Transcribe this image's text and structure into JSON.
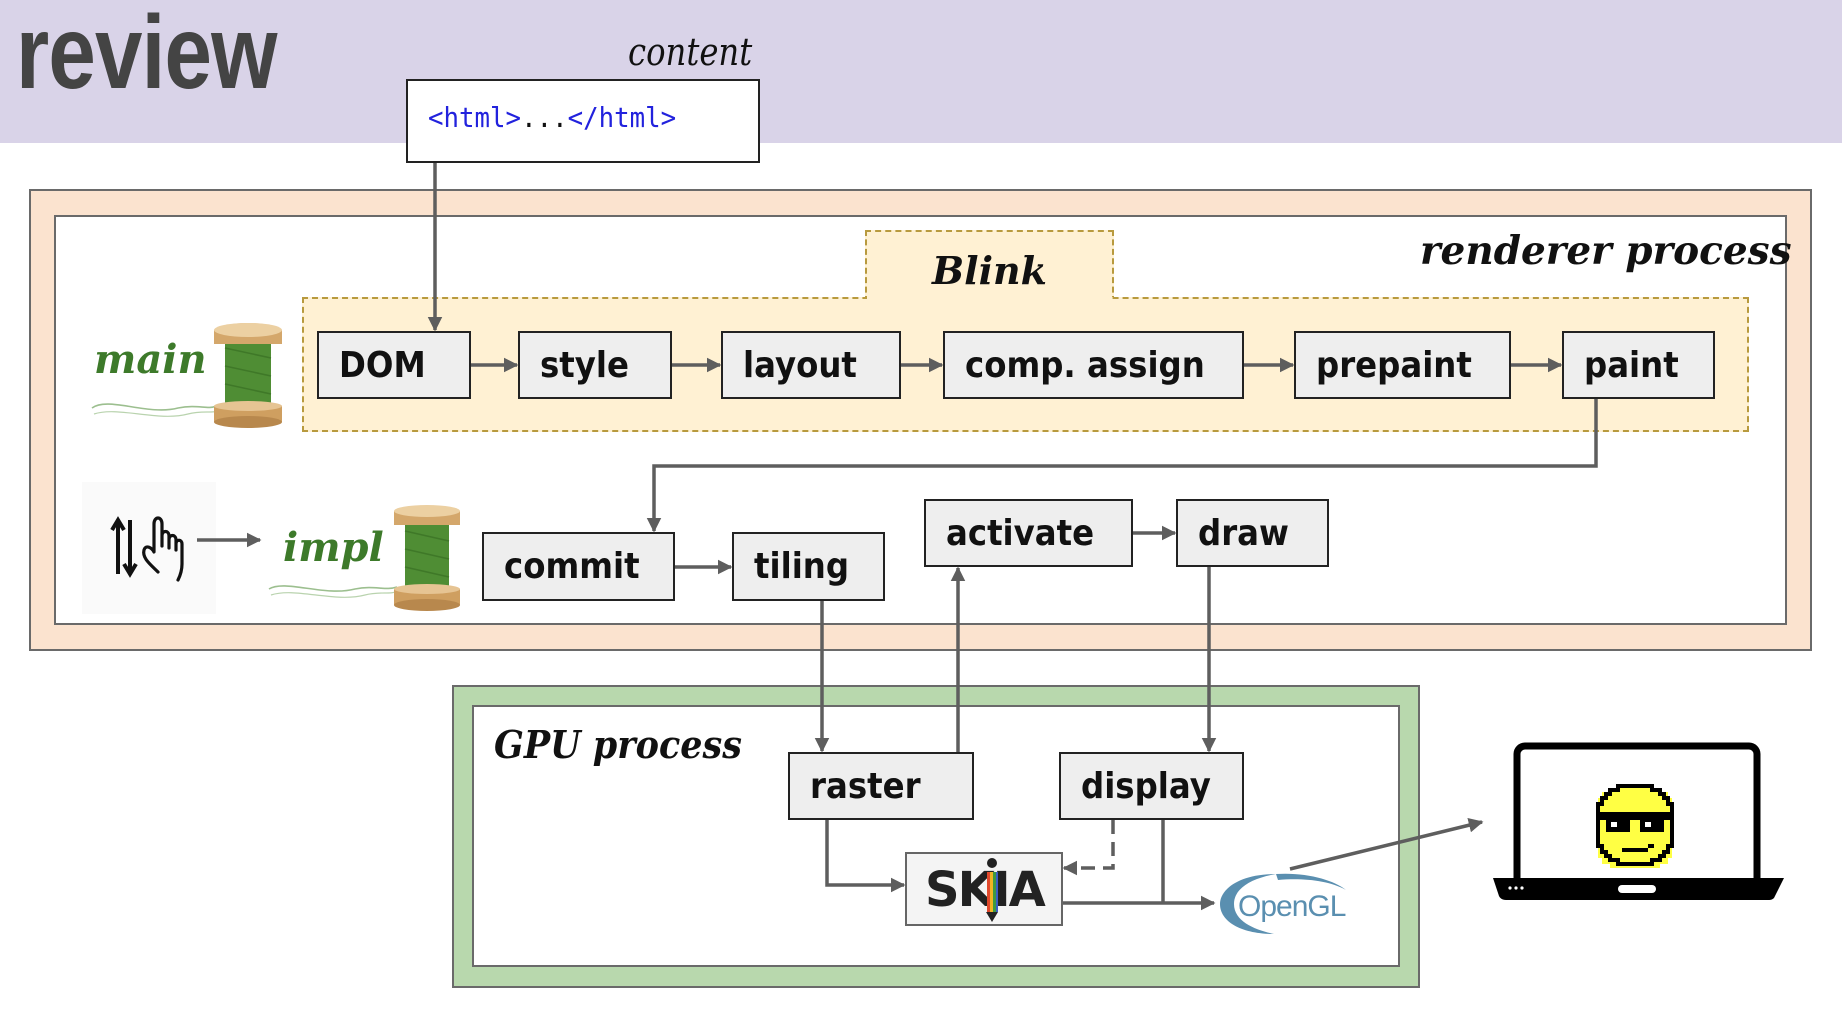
{
  "header": {
    "title": "review"
  },
  "content": {
    "label": "content",
    "code_open": "<html>",
    "code_dots": "...",
    "code_close": "</html>"
  },
  "renderer": {
    "label": "renderer process",
    "blink_label": "Blink",
    "main_thread": {
      "label": "main",
      "icon": "thread-spool-icon"
    },
    "impl_thread": {
      "label": "impl",
      "icon": "thread-spool-icon",
      "input_icon": "scroll-touch-gesture-icon"
    },
    "main_stages": [
      "DOM",
      "style",
      "layout",
      "comp. assign",
      "prepaint",
      "paint"
    ],
    "impl_stages": {
      "commit": "commit",
      "tiling": "tiling",
      "activate": "activate",
      "draw": "draw"
    }
  },
  "gpu": {
    "label": "GPU process",
    "stages": {
      "raster": "raster",
      "display": "display"
    },
    "skia_label": "SKIA",
    "opengl_label": "OpenGL"
  },
  "output": {
    "icon": "laptop-sunglasses-smiley-icon"
  },
  "colors": {
    "header_band": "#d9d3e8",
    "renderer_band": "#fbe3cf",
    "gpu_band": "#b8d8ad",
    "blink_fill": "#fff1d3",
    "blink_dash": "#b89a3e",
    "thread_label": "#3d7a2a",
    "stage_fill": "#eeeeee",
    "arrow": "#5e5e5e",
    "code_tag": "#2222dd"
  }
}
